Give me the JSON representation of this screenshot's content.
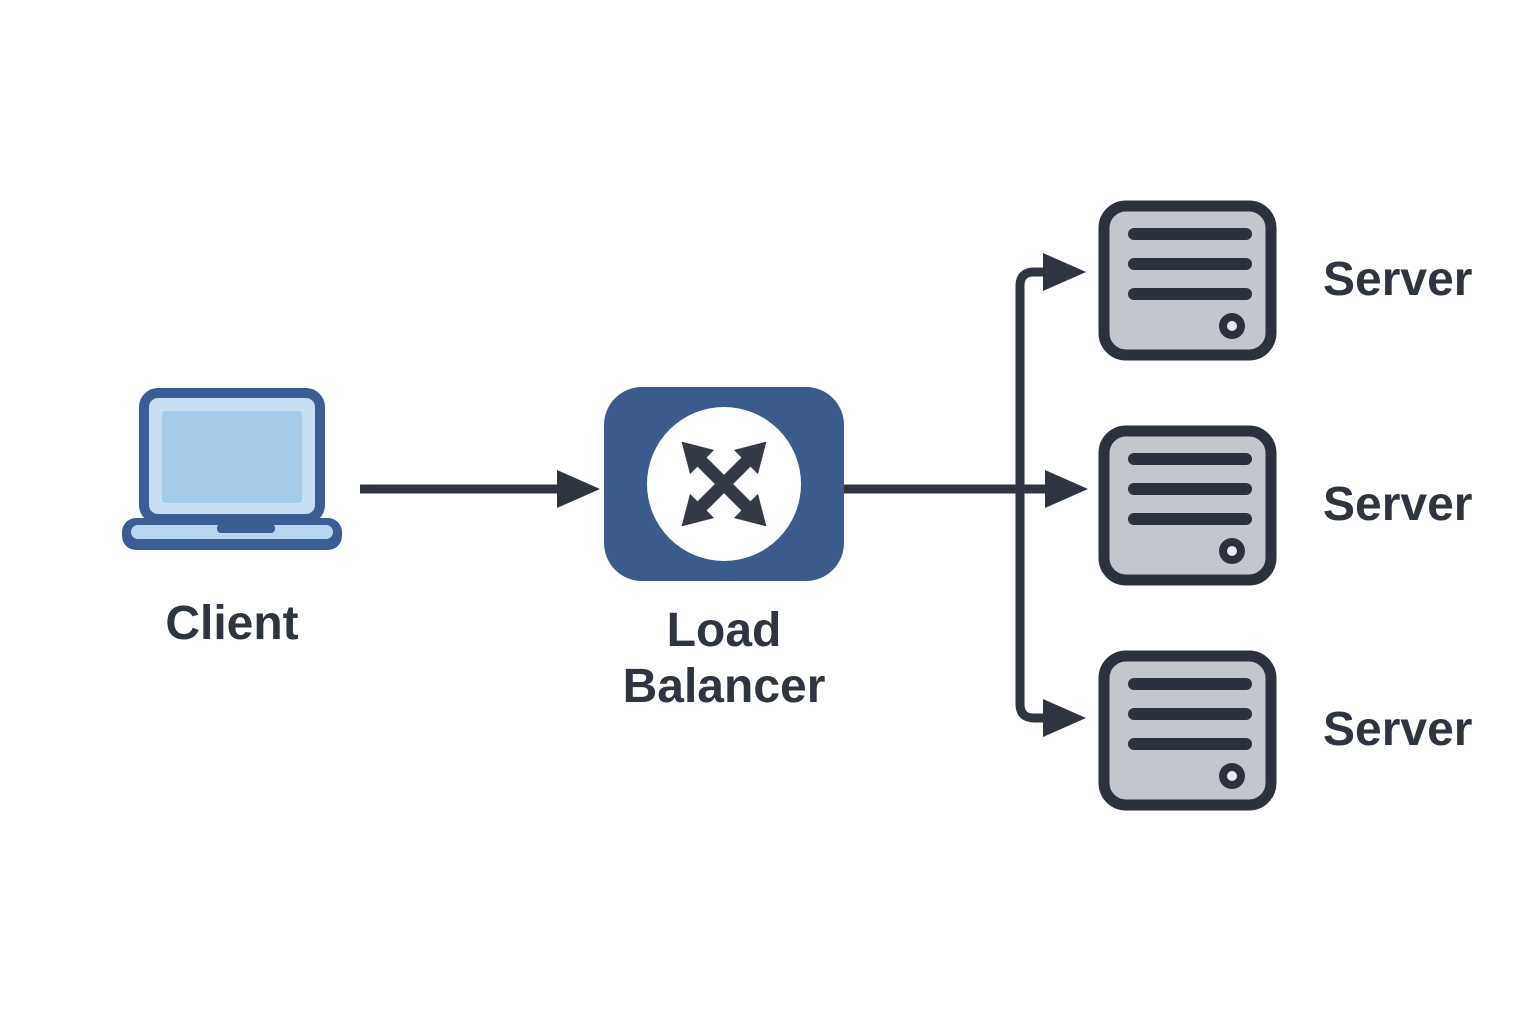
{
  "diagram": {
    "type": "architecture-diagram",
    "client": {
      "label": "Client",
      "icon": "laptop-icon"
    },
    "load_balancer": {
      "label": "Load Balancer",
      "icon": "crossed-arrows-icon"
    },
    "servers": [
      {
        "label": "Server",
        "icon": "server-icon"
      },
      {
        "label": "Server",
        "icon": "server-icon"
      },
      {
        "label": "Server",
        "icon": "server-icon"
      }
    ],
    "connections": [
      {
        "from": "client",
        "to": "load-balancer",
        "style": "arrow"
      },
      {
        "from": "load-balancer",
        "to": "server-1",
        "style": "arrow"
      },
      {
        "from": "load-balancer",
        "to": "server-2",
        "style": "arrow"
      },
      {
        "from": "load-balancer",
        "to": "server-3",
        "style": "arrow"
      }
    ],
    "colors": {
      "background": "#ffffff",
      "ink": "#2e3541",
      "text": "#2f3540",
      "accent_blue": "#3a5b8c",
      "laptop_outline": "#3a5d93",
      "laptop_lid_fill": "#c7def3",
      "laptop_screen_fill": "#a5cbea",
      "laptop_band_fill": "#b7d6f1",
      "server_fill": "#c4c6cd",
      "server_outline": "#2b323e",
      "lb_icon_circle": "#ffffff",
      "lb_icon_arrows": "#333a46"
    }
  }
}
